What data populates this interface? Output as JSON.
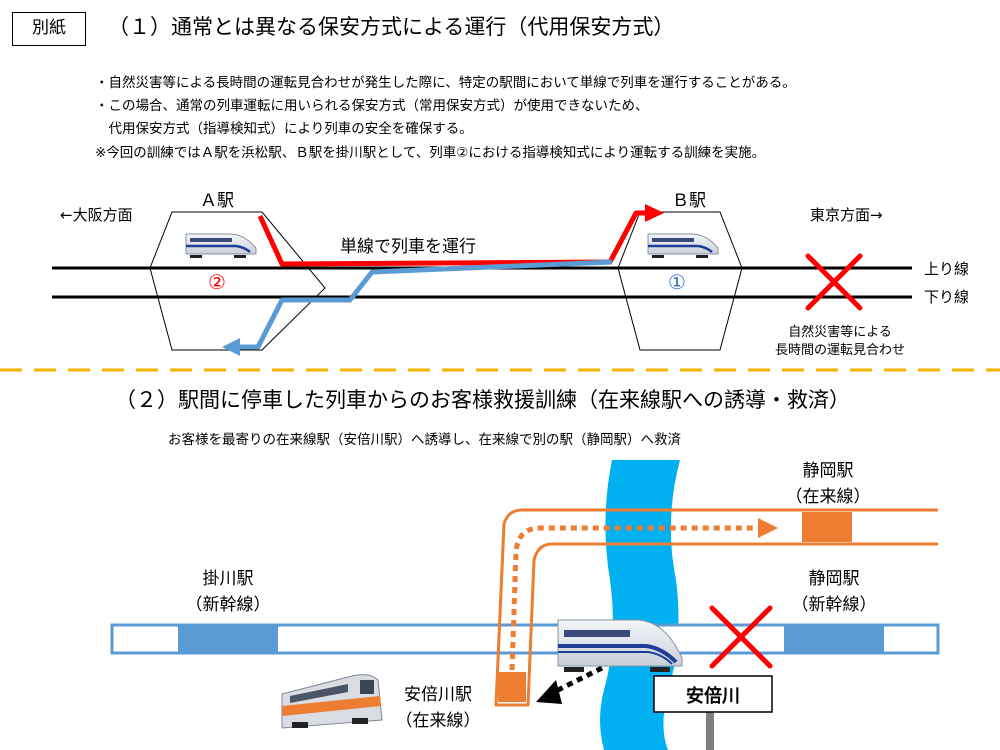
{
  "tag": "別紙",
  "section1": {
    "title": "（１）通常とは異なる保安方式による運行（代用保安方式）",
    "notes": [
      "・自然災害等による長時間の運転見合わせが発生した際に、特定の駅間において単線で列車を運行することがある。",
      "・この場合、通常の列車運転に用いられる保安方式（常用保安方式）が使用できないため、",
      "　代用保安方式（指導検知式）により列車の安全を確保する。",
      "※今回の訓練ではＡ駅を浜松駅、Ｂ駅を掛川駅として、列車②における指導検知式により運転する訓練を実施。"
    ],
    "station_a": "Ａ駅",
    "station_b": "Ｂ駅",
    "dir_osaka": "←大阪方面",
    "dir_tokyo": "東京方面→",
    "single_track": "単線で列車を運行",
    "up_line": "上り線",
    "down_line": "下り線",
    "train2": "②",
    "train1": "①",
    "suspension": [
      "自然災害等による",
      "長時間の運転見合わせ"
    ]
  },
  "section2": {
    "title": "（２）駅間に停車した列車からのお客様救援訓練（在来線駅への誘導・救済）",
    "subtitle": "お客様を最寄りの在来線駅（安倍川駅）へ誘導し、在来線で別の駅（静岡駅）へ救済",
    "kakegawa": [
      "掛川駅",
      "（新幹線）"
    ],
    "shizuoka_conv": [
      "静岡駅",
      "（在来線）"
    ],
    "shizuoka_shin": [
      "静岡駅",
      "（新幹線）"
    ],
    "abekawa_station": [
      "安倍川駅",
      "（在来線）"
    ],
    "river_sign": "安倍川"
  },
  "colors": {
    "red": "#ff0000",
    "blue": "#5b9bd5",
    "orange": "#ed7d31",
    "river": "#00b0f0",
    "divider": "#f5b400"
  }
}
